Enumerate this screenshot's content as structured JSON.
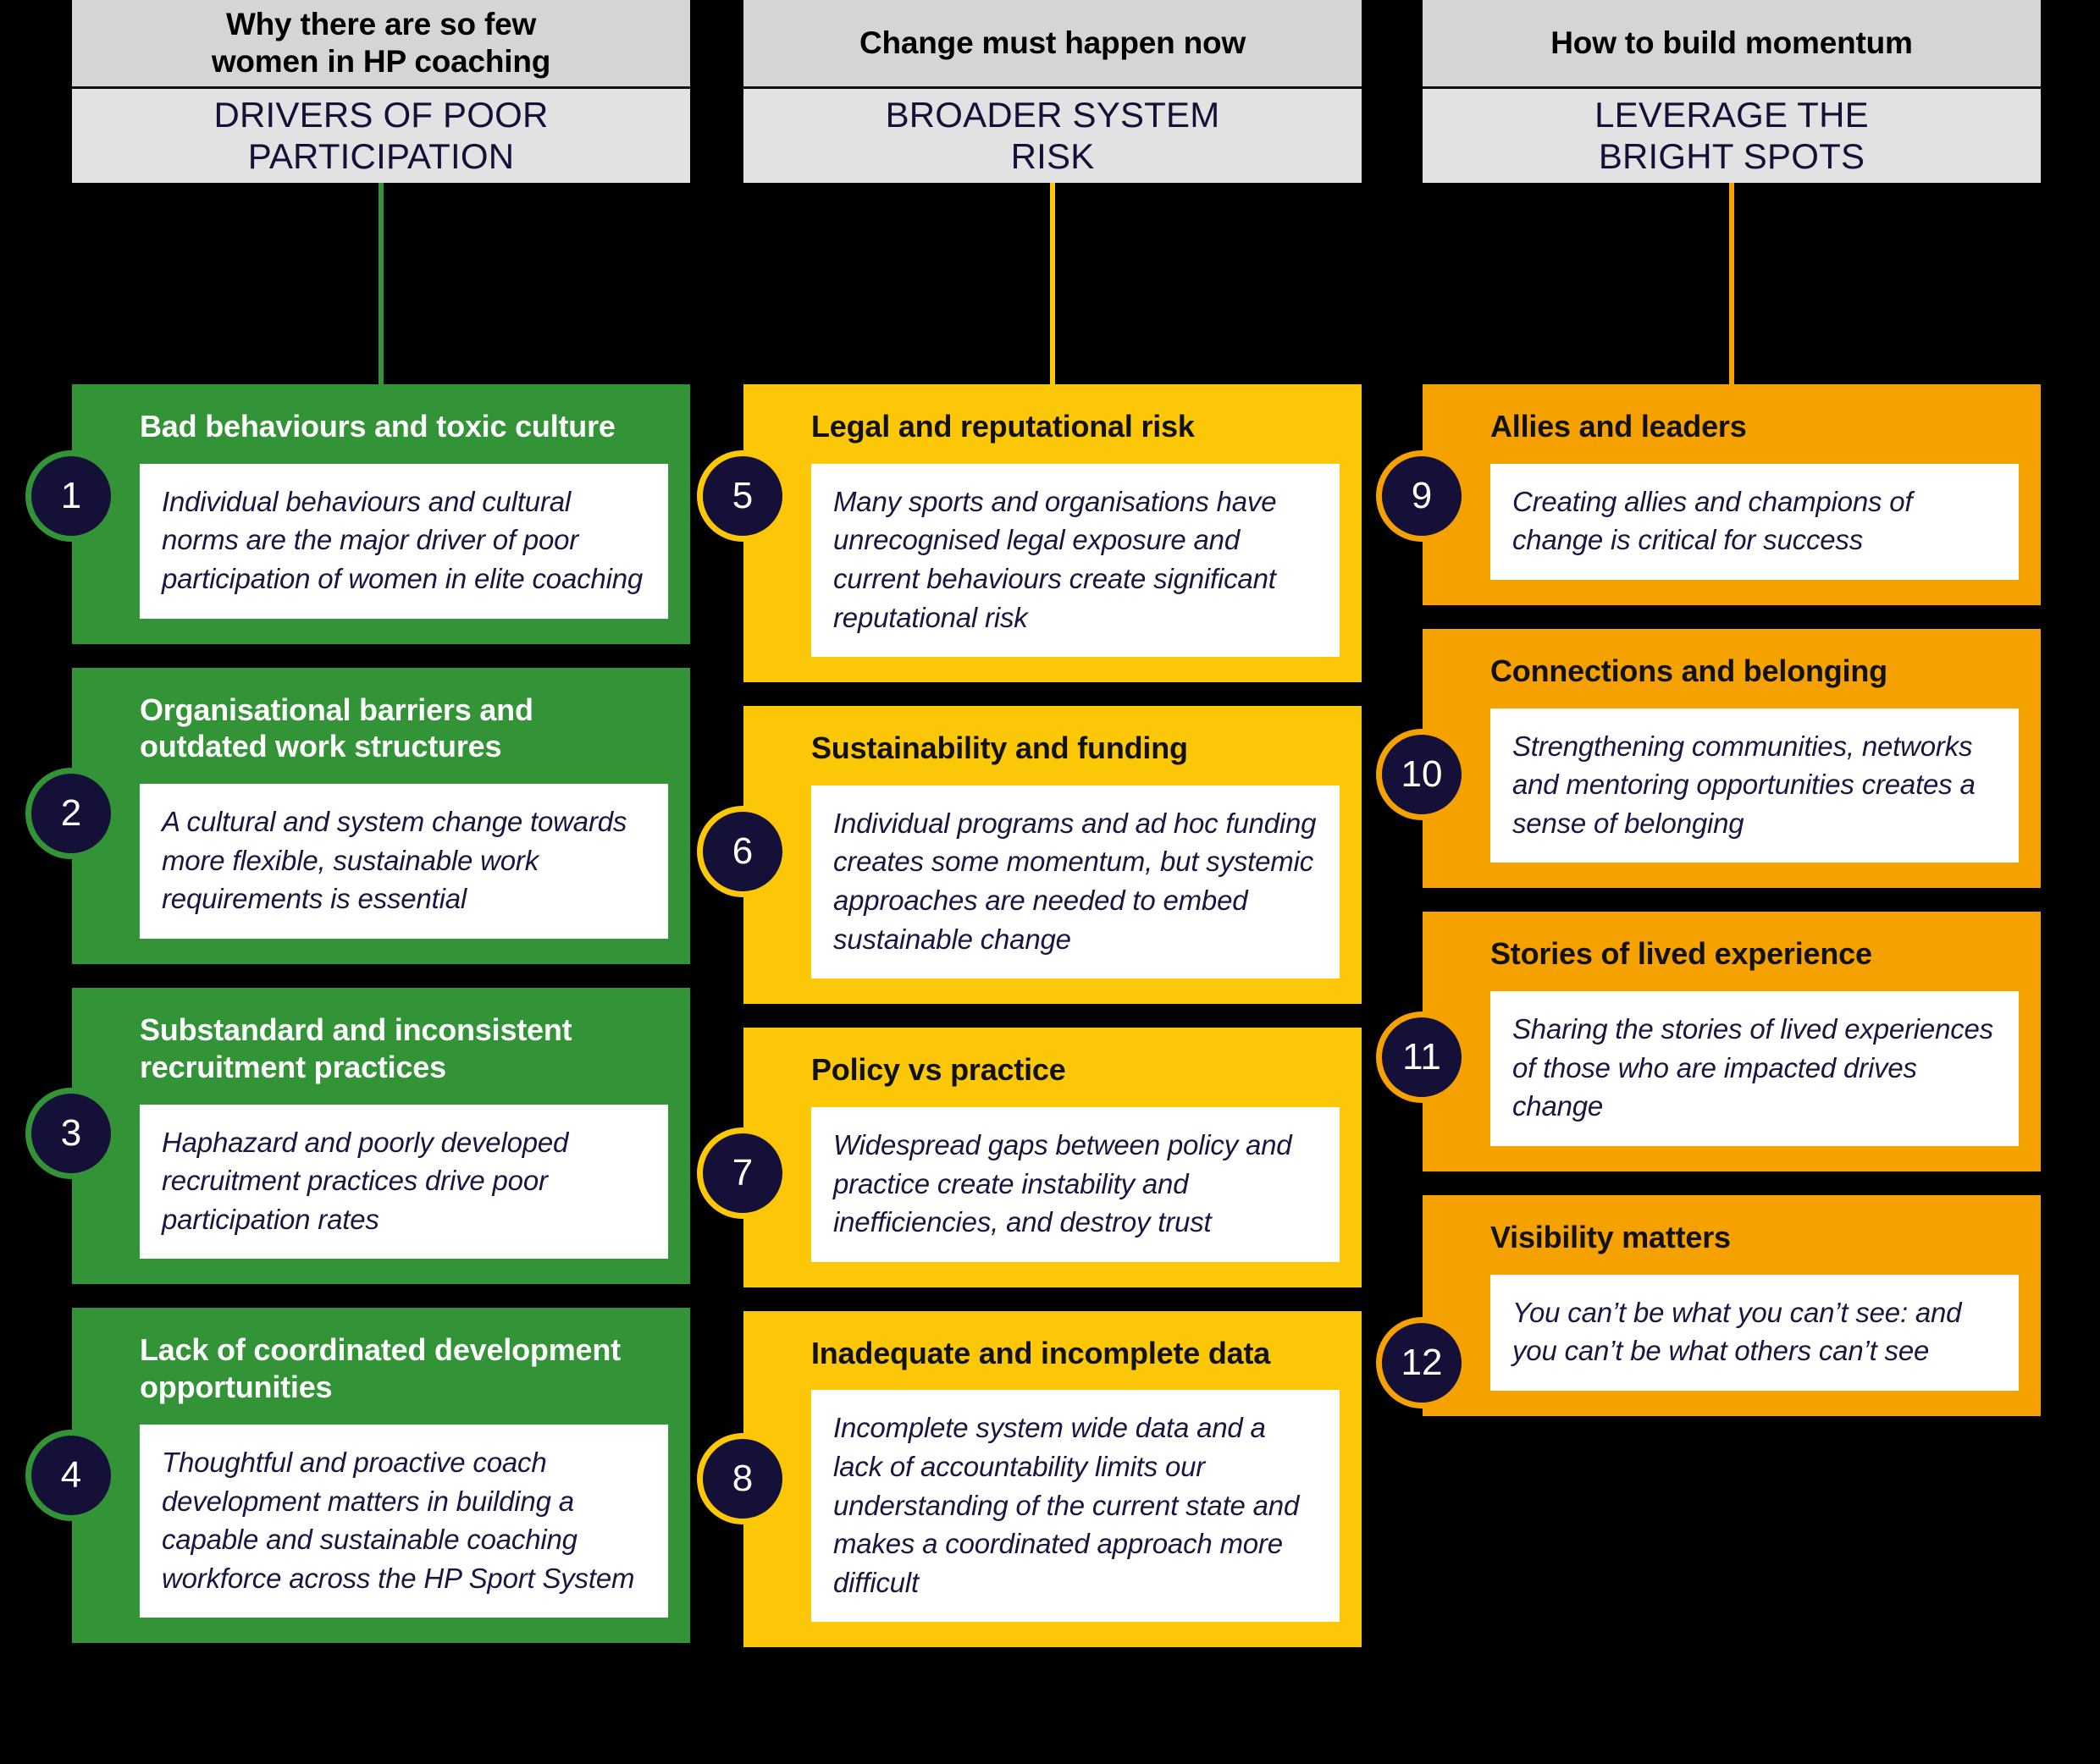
{
  "colors": {
    "background": "#000000",
    "header_question_bg": "#d5d5d5",
    "header_title_bg": "#e2e2e2",
    "navy": "#151038",
    "green": "#339337",
    "yellow": "#FBC707",
    "orange": "#F5A100",
    "card_body_bg": "#FFFFFF"
  },
  "columns": [
    {
      "theme": "green",
      "question": "Why there are so few\nwomen in HP coaching",
      "question_line1": "Why there are so few",
      "question_line2": "women in HP coaching",
      "title": "DRIVERS OF POOR\nPARTICIPATION",
      "title_line1": "DRIVERS OF POOR",
      "title_line2": "PARTICIPATION",
      "cards": [
        {
          "number": "1",
          "title": "Bad behaviours and toxic culture",
          "body": "Individual behaviours and cultural norms are the major driver of poor participation of women in elite coaching"
        },
        {
          "number": "2",
          "title": "Organisational barriers and outdated work structures",
          "body": "A cultural and system change towards more flexible, sustainable work requirements is essential"
        },
        {
          "number": "3",
          "title": "Substandard and inconsistent recruitment practices",
          "body": "Haphazard and poorly developed recruitment practices drive poor participation rates"
        },
        {
          "number": "4",
          "title": "Lack of coordinated development opportunities",
          "body": "Thoughtful and proactive coach development matters in building a capable and sustainable coaching workforce across the HP Sport System"
        }
      ]
    },
    {
      "theme": "yellow",
      "question": "Change must happen now",
      "question_line1": "Change must happen now",
      "question_line2": "",
      "title": "BROADER SYSTEM\nRISK",
      "title_line1": "BROADER SYSTEM",
      "title_line2": "RISK",
      "cards": [
        {
          "number": "5",
          "title": "Legal and reputational risk",
          "body": "Many sports and organisations have unrecognised legal exposure and current behaviours create significant reputational risk"
        },
        {
          "number": "6",
          "title": "Sustainability and funding",
          "body": "Individual programs and ad hoc funding creates some momentum, but systemic approaches are needed to embed sustainable change"
        },
        {
          "number": "7",
          "title": "Policy vs practice",
          "body": "Widespread gaps between policy and practice create instability and inefficiencies, and destroy trust"
        },
        {
          "number": "8",
          "title": "Inadequate and incomplete data",
          "body": "Incomplete system wide data and a lack of accountability limits our understanding of the current state and makes a coordinated approach more difficult"
        }
      ]
    },
    {
      "theme": "orange",
      "question": "How to build momentum",
      "question_line1": "How to build momentum",
      "question_line2": "",
      "title": "LEVERAGE THE\nBRIGHT SPOTS",
      "title_line1": "LEVERAGE THE",
      "title_line2": "BRIGHT SPOTS",
      "cards": [
        {
          "number": "9",
          "title": "Allies and leaders",
          "body": "Creating allies and champions of change is critical for success"
        },
        {
          "number": "10",
          "title": "Connections and belonging",
          "body": "Strengthening communities, networks and mentoring opportunities creates a sense of belonging"
        },
        {
          "number": "11",
          "title": "Stories of lived experience",
          "body": "Sharing the stories of lived experiences of those who are impacted drives change"
        },
        {
          "number": "12",
          "title": "Visibility matters",
          "body": "You can’t be what you can’t see: and you can’t be what others can’t see"
        }
      ]
    }
  ]
}
